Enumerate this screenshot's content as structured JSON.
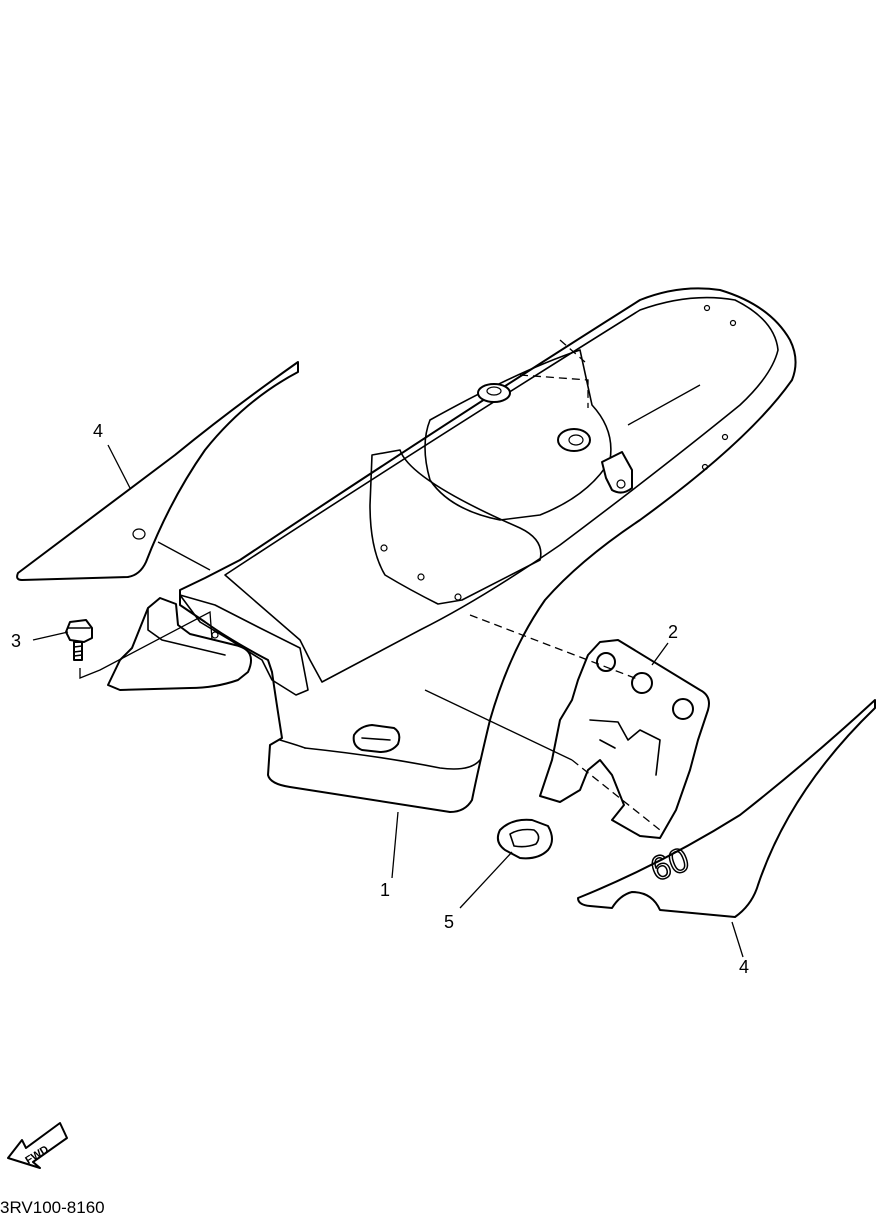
{
  "callouts": [
    {
      "id": "1",
      "label": "1"
    },
    {
      "id": "2",
      "label": "2"
    },
    {
      "id": "3",
      "label": "3"
    },
    {
      "id": "4a",
      "label": "4"
    },
    {
      "id": "4b",
      "label": "4"
    },
    {
      "id": "5",
      "label": "5"
    }
  ],
  "fwd_label": "FWD",
  "sticker_number": "60",
  "diagram_code": "3RV100-8160"
}
